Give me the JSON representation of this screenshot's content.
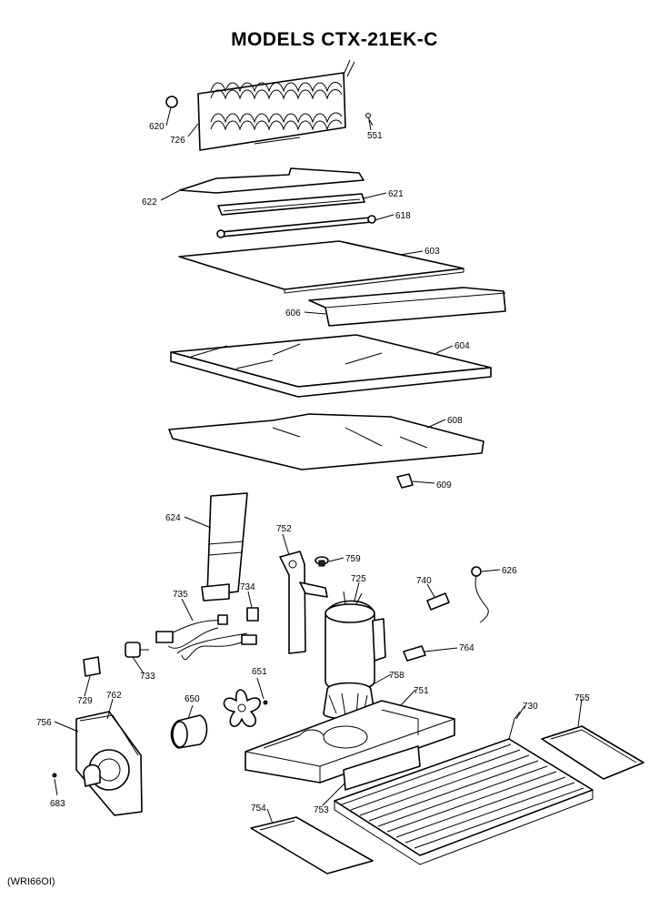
{
  "title": "MODELS CTX-21EK-C",
  "footer_code": "(WRI66OI)",
  "callouts": {
    "p620": "620",
    "p726": "726",
    "p551": "551",
    "p622": "622",
    "p621": "621",
    "p618": "618",
    "p603": "603",
    "p606": "606",
    "p604": "604",
    "p608": "608",
    "p609": "609",
    "p624": "624",
    "p752": "752",
    "p759": "759",
    "p626": "626",
    "p725": "725",
    "p740": "740",
    "p734": "734",
    "p735": "735",
    "p764": "764",
    "p733": "733",
    "p651": "651",
    "p758": "758",
    "p751": "751",
    "p730": "730",
    "p755": "755",
    "p729": "729",
    "p762": "762",
    "p650": "650",
    "p756": "756",
    "p683": "683",
    "p754": "754",
    "p753": "753"
  }
}
